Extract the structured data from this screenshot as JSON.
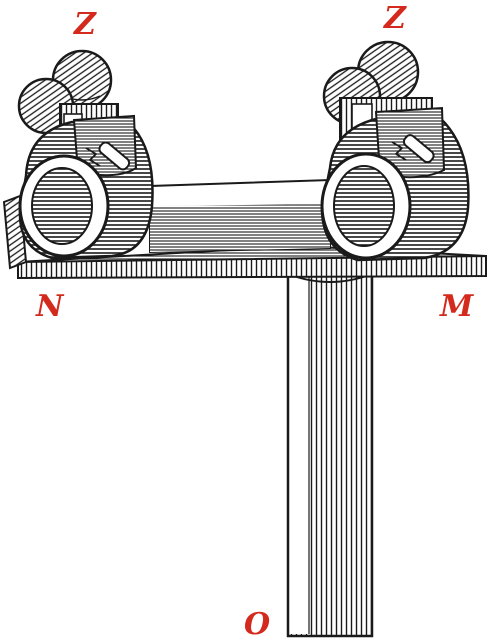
{
  "labels": {
    "z_left": "Z",
    "z_right": "Z",
    "n": "N",
    "m": "M",
    "o": "O"
  },
  "colors": {
    "ink": "#1a1a1a",
    "label": "#d42a1e",
    "paper": "#ffffff"
  }
}
